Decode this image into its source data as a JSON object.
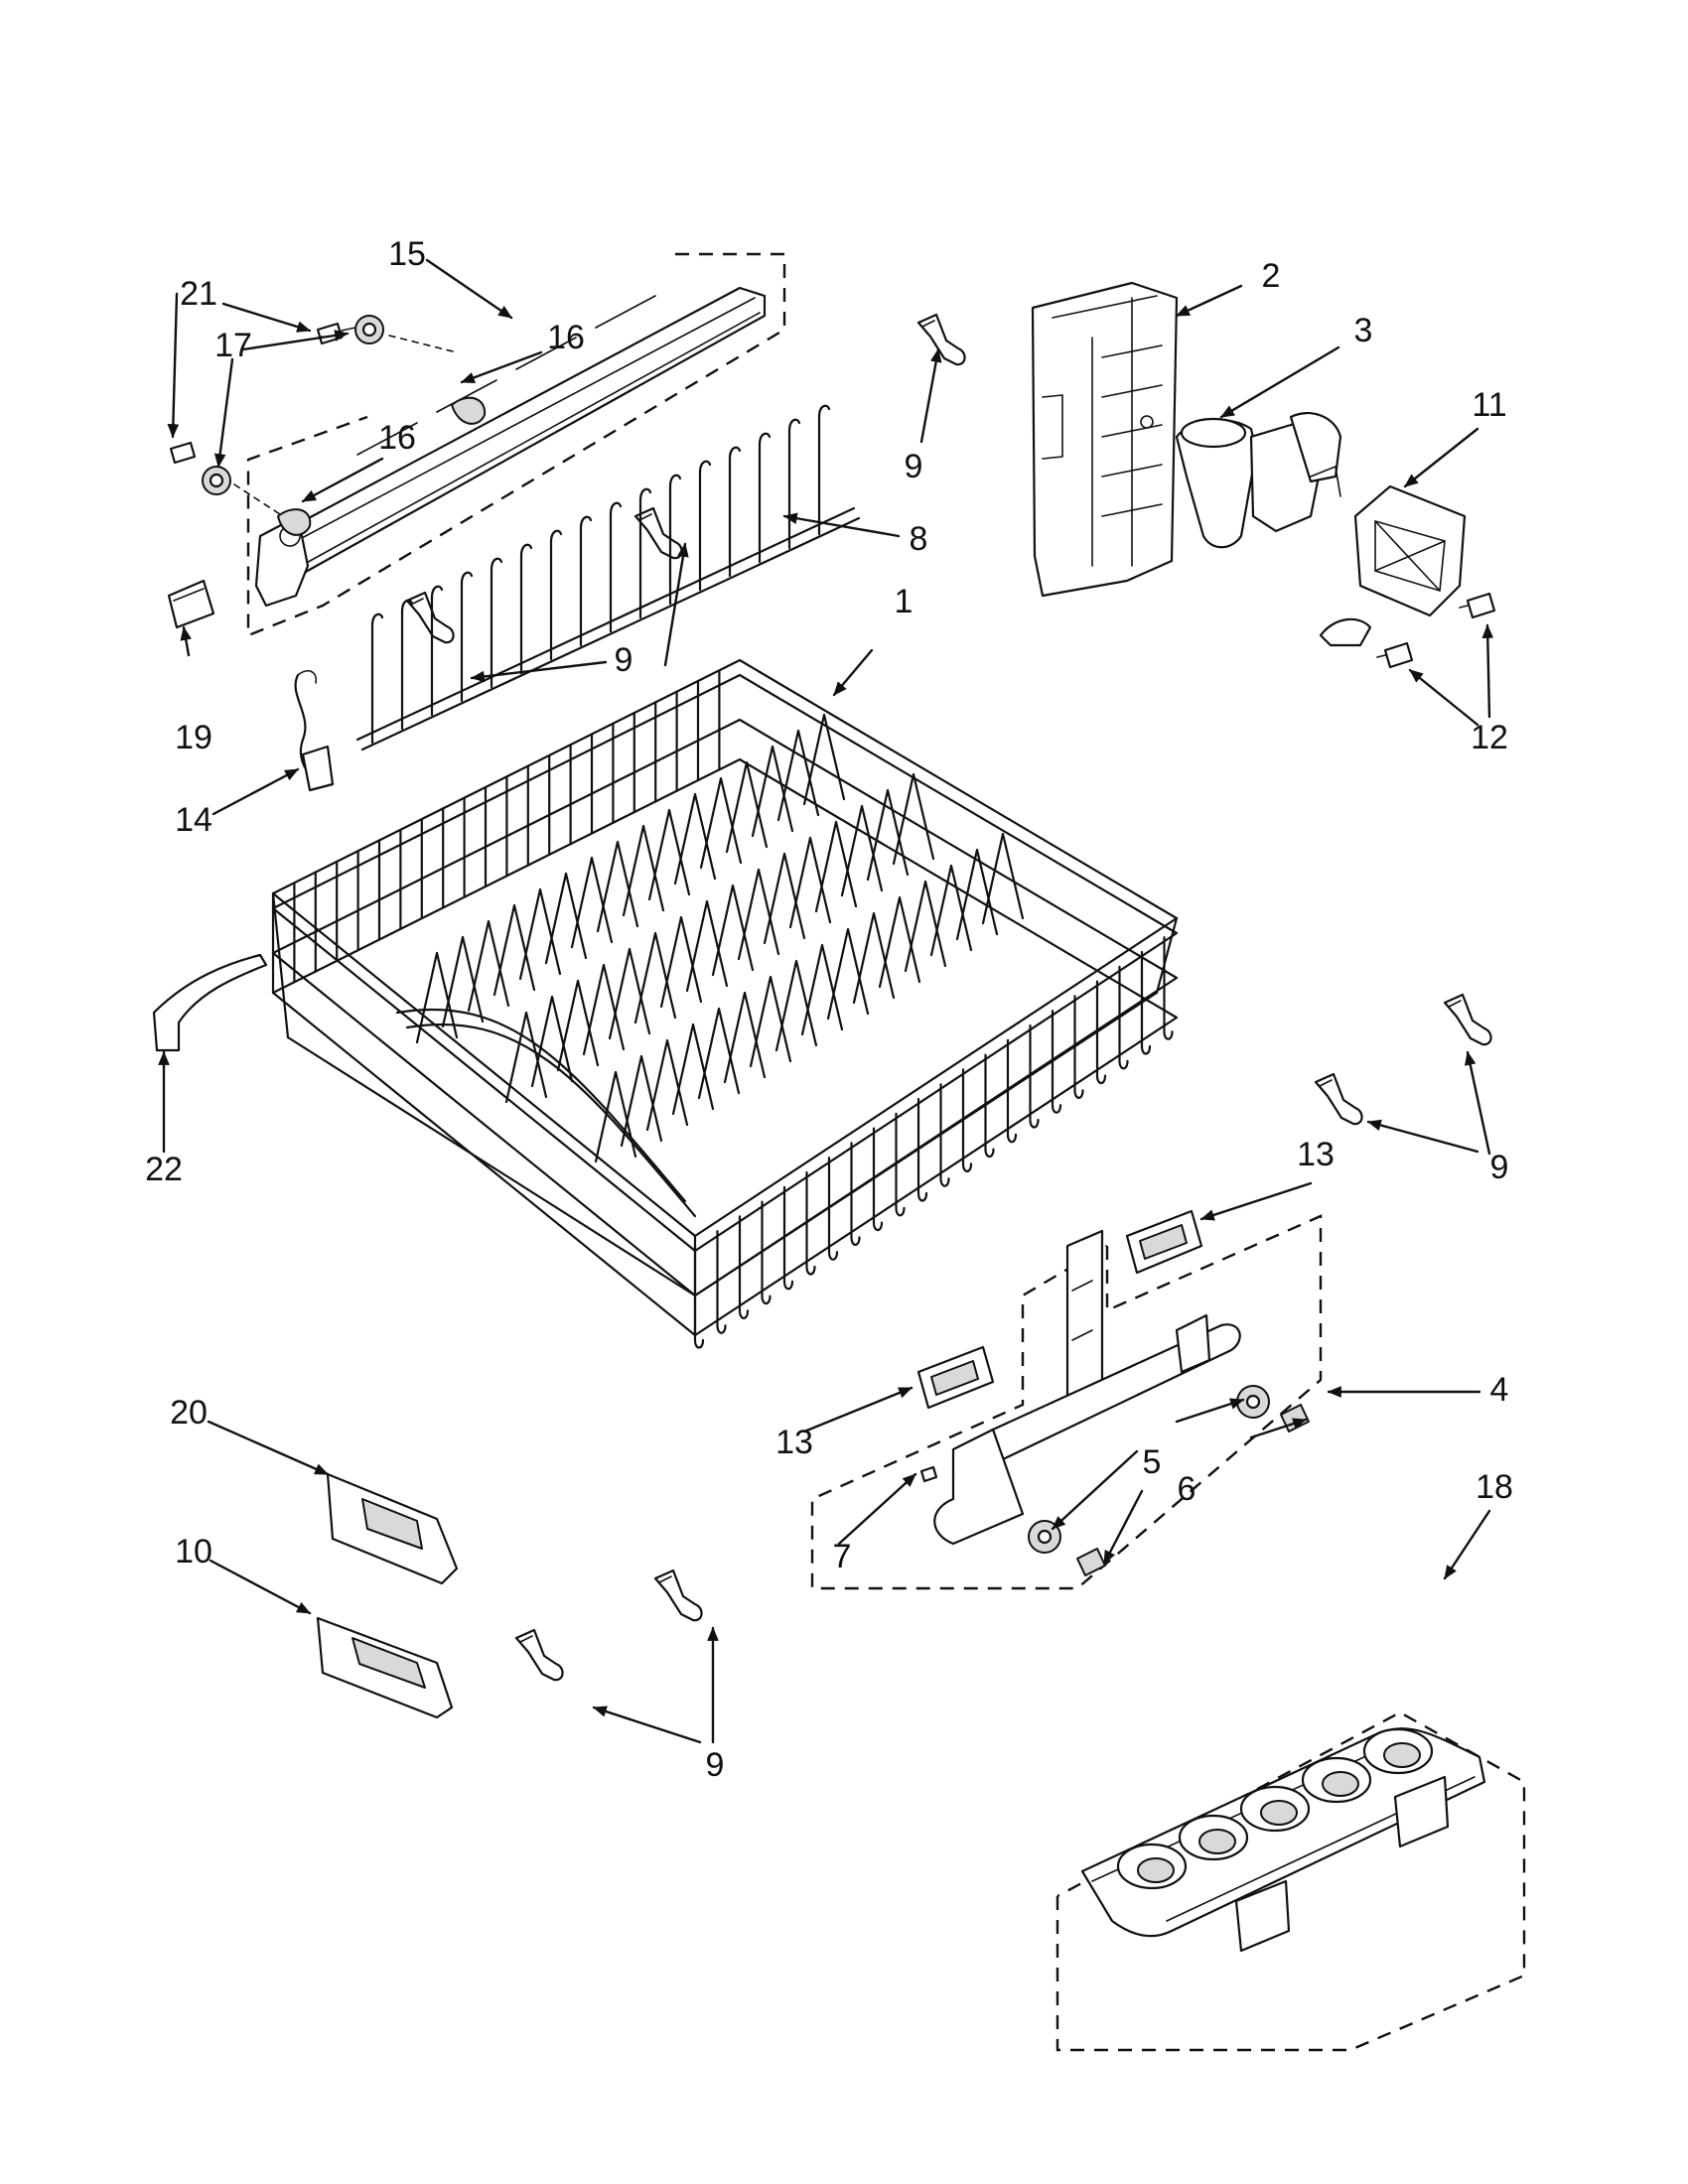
{
  "diagram": {
    "callouts": {
      "c1": "1",
      "c2": "2",
      "c3": "3",
      "c4": "4",
      "c5": "5",
      "c6": "6",
      "c7": "7",
      "c8": "8",
      "c9a": "9",
      "c9b": "9",
      "c9c": "9",
      "c9d": "9",
      "c10": "10",
      "c11": "11",
      "c12": "12",
      "c13a": "13",
      "c13b": "13",
      "c14": "14",
      "c15": "15",
      "c16a": "16",
      "c16b": "16",
      "c17": "17",
      "c18": "18",
      "c19": "19",
      "c20": "20",
      "c21": "21",
      "c22": "22"
    },
    "colors": {
      "line": "#111111",
      "fill": "#ffffff",
      "shade": "#d9d9d9"
    }
  }
}
